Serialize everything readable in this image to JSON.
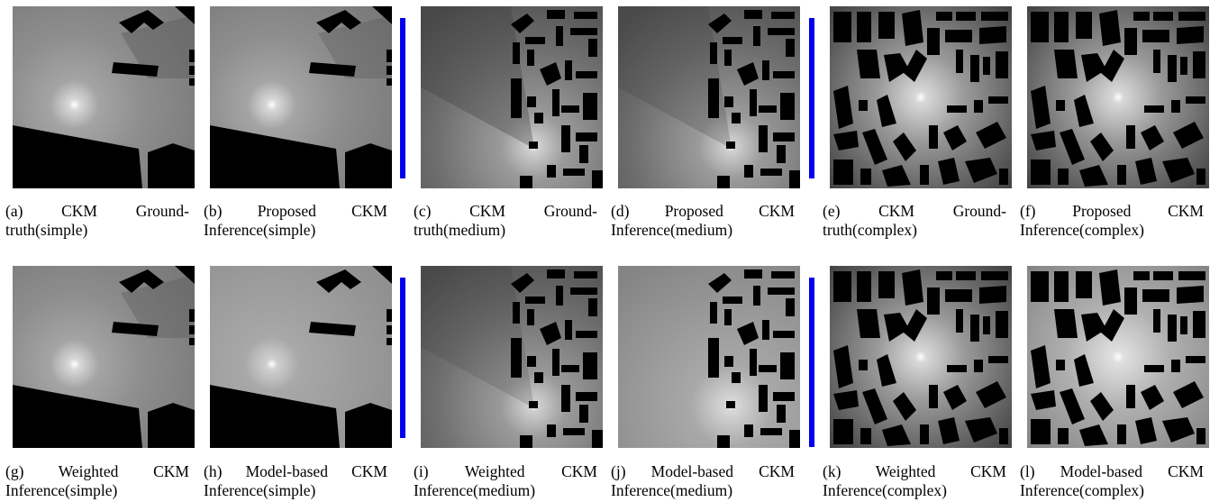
{
  "captions": {
    "a": "(a) CKM Ground-truth(simple)",
    "b": "(b) Proposed CKM Inference(simple)",
    "c": "(c) CKM Ground-truth(medium)",
    "d": "(d) Proposed CKM Inference(medium)",
    "e": "(e) CKM Ground-truth(complex)",
    "f": "(f) Proposed CKM Inference(complex)",
    "g": "(g) Weighted CKM Inference(simple)",
    "h": "(h) Model-based CKM Inference(simple)",
    "i": "(i) Weighted CKM Inference(medium)",
    "j": "(j) Model-based CKM Inference(medium)",
    "k": "(k) Weighted CKM Inference(complex)",
    "l": "(l) Model-based CKM Inference(complex)"
  },
  "colors": {
    "divider": "#0000ee",
    "building": "#000000",
    "transmitter_glow": "#ffffff"
  }
}
